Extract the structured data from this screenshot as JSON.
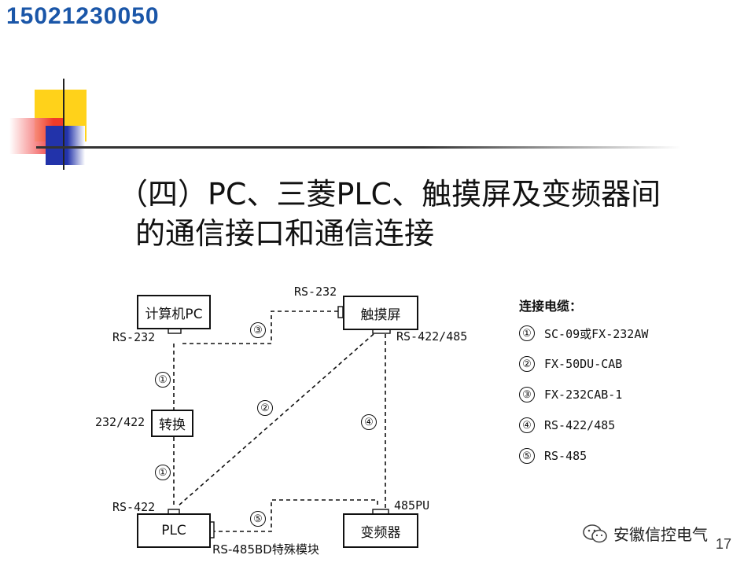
{
  "header": {
    "phone": "15021230050"
  },
  "title": {
    "line1": "（四）PC、三菱PLC、触摸屏及变频器间",
    "line2": "的通信接口和通信连接"
  },
  "diagram": {
    "nodes": {
      "pc": "计算机PC",
      "touch": "触摸屏",
      "converter": "转换",
      "plc": "PLC",
      "inverter": "变频器"
    },
    "port_labels": {
      "pc_rs232": "RS-232",
      "touch_rs232": "RS-232",
      "touch_rs422": "RS-422/485",
      "conv_232_422": "232/422",
      "plc_rs422": "RS-422",
      "inverter_485pu": "485PU",
      "plc_rs485bd": "RS-485BD特殊模块"
    },
    "cable_marks": {
      "pc_touch": "③",
      "pc_conv": "①",
      "conv_plc": "①",
      "touch_plc": "②",
      "touch_inverter": "④",
      "plc_inverter": "⑤"
    }
  },
  "legend": {
    "heading": "连接电缆：",
    "items": [
      {
        "mark": "①",
        "text": "SC-09或FX-232AW"
      },
      {
        "mark": "②",
        "text": "FX-50DU-CAB"
      },
      {
        "mark": "③",
        "text": "FX-232CAB-1"
      },
      {
        "mark": "④",
        "text": "RS-422/485"
      },
      {
        "mark": "⑤",
        "text": "RS-485"
      }
    ]
  },
  "watermark": {
    "text": "安徽信控电气",
    "icon": "wechat-icon"
  },
  "footer": {
    "page_number": "17"
  },
  "colors": {
    "phone": "#1a56a8",
    "deco_yellow": "#ffd21a",
    "deco_red": "#ee2a2a",
    "deco_blue": "#2233aa"
  }
}
